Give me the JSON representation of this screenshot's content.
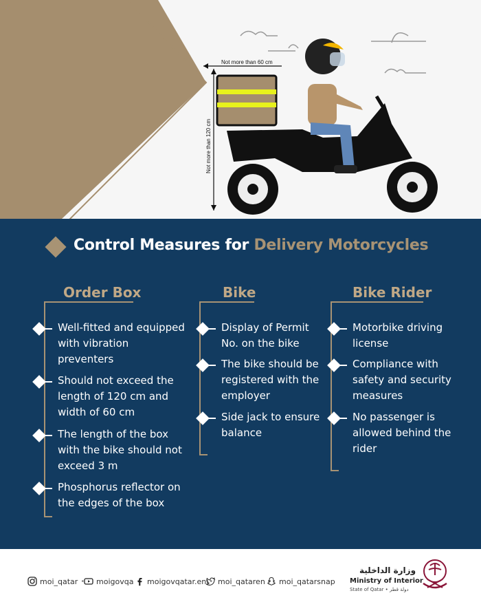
{
  "illustration": {
    "width_label": "Not more than 60 cm",
    "height_label": "Not more than 120 cm"
  },
  "title": {
    "prefix": "Control Measures for ",
    "accent": "Delivery Motorcycles"
  },
  "columns": [
    {
      "heading": "Order Box",
      "items": [
        "Well-fitted and equipped with vibration preventers",
        "Should not exceed the length of 120 cm and width of 60 cm",
        "The length of the box with the bike should not exceed 3 m",
        "Phosphorus reflector on the edges of the box"
      ]
    },
    {
      "heading": "Bike",
      "items": [
        "Display of Permit No. on the bike",
        "The bike should be registered with the employer",
        "Side jack to ensure balance"
      ]
    },
    {
      "heading": "Bike Rider",
      "items": [
        "Motorbike driving license",
        "Compliance with safety and security measures",
        "No passenger is allowed behind the rider"
      ]
    }
  ],
  "footer": {
    "instagram": "moi_qatar",
    "youtube": "moigovqa",
    "facebook": "moigovqatar.en",
    "twitter": "moi_qataren",
    "snapchat": "moi_qatarsnap",
    "ministry_ar": "وزارة الداخلية",
    "ministry_en": "Ministry of Interior",
    "state": "State of Qatar • دولة قطر"
  },
  "colors": {
    "navy": "#123b60",
    "gold": "#a89374",
    "reflector": "#e8f21c"
  }
}
